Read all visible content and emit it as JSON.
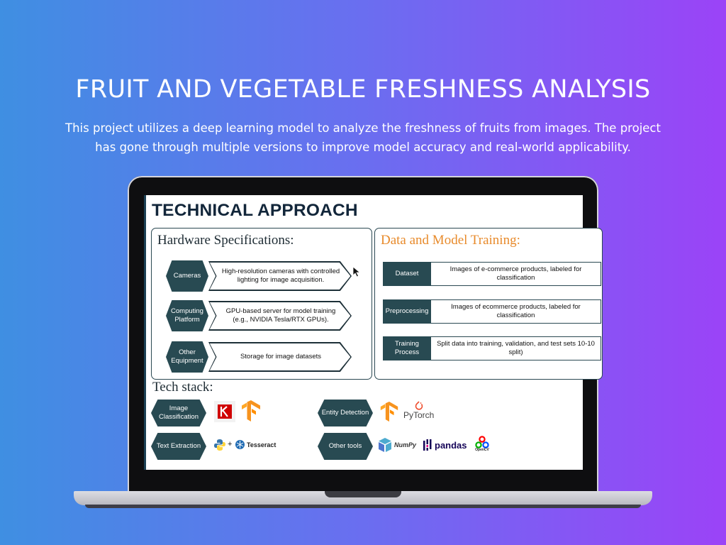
{
  "page": {
    "title": "FRUIT AND VEGETABLE FRESHNESS ANALYSIS",
    "description": "This project utilizes a deep learning model to analyze the freshness of fruits from images. The project has gone through multiple versions to improve model accuracy and real-world applicability."
  },
  "slide": {
    "title": "TECHNICAL APPROACH",
    "hardware": {
      "heading": "Hardware Specifications:",
      "items": [
        {
          "label": "Cameras",
          "value": "High-resolution cameras with controlled lighting for image acquisition."
        },
        {
          "label": "Computing Platform",
          "value": "GPU-based server for model training (e.g., NVIDIA Tesla/RTX GPUs)."
        },
        {
          "label": "Other Equipment",
          "value": "Storage for image datasets"
        }
      ]
    },
    "data_model": {
      "heading": "Data and Model Training:",
      "items": [
        {
          "label": "Dataset",
          "value": "Images of e-commerce products, labeled for classification"
        },
        {
          "label": "Preprocessing",
          "value": "Images of ecommerce products, labeled for classification"
        },
        {
          "label": "Training Process",
          "value": "Split data into training, validation, and test sets 10-10 split)"
        }
      ]
    },
    "tech_stack": {
      "heading": "Tech stack:",
      "items": [
        {
          "label": "Image Classification"
        },
        {
          "label": "Text Extraction",
          "plus": "+",
          "tesseract": "Tesseract"
        },
        {
          "label": "Entity Detection",
          "pytorch": "PyTorch"
        },
        {
          "label": "Other tools",
          "numpy": "NumPy",
          "pandas": "pandas",
          "opencv": "OpenCV"
        }
      ]
    }
  },
  "colors": {
    "dark_teal": "#284a52",
    "orange_heading": "#e88b2c",
    "tensorflow_orange": "#f7931e",
    "keras_red": "#d00000",
    "pytorch_red": "#ee4c2c"
  }
}
